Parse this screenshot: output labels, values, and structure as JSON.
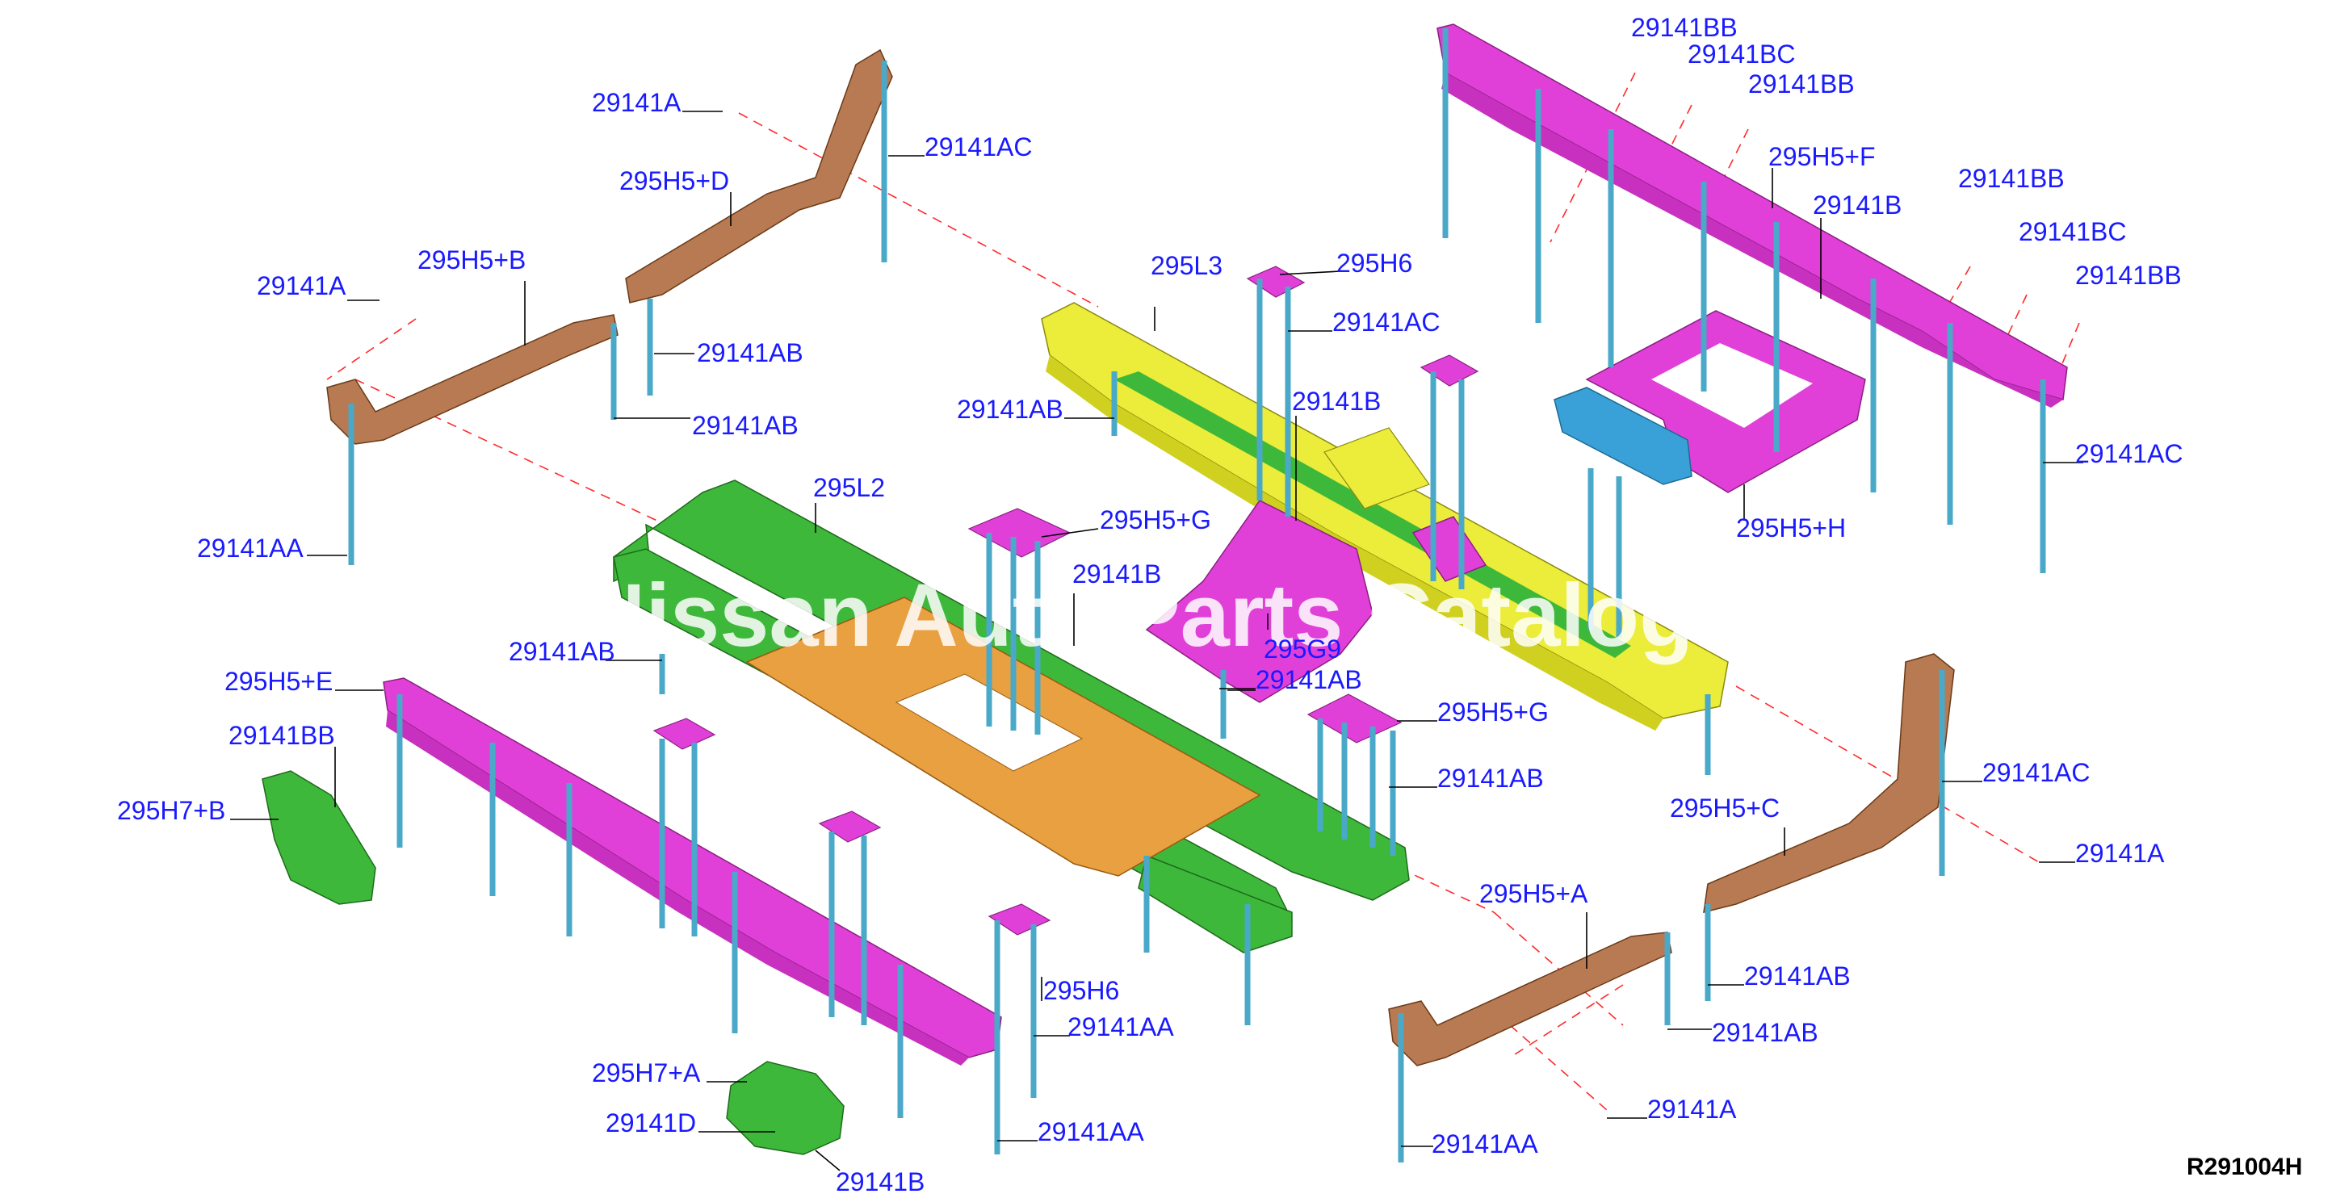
{
  "diagram": {
    "reference_code": "R291004H",
    "watermark": "Nissan Auto Parts Catalog Pro",
    "colors": {
      "callout_text": "#1a1aff",
      "explode_line": "#ff2a2a",
      "bracket_brown": "#b87a52",
      "bracket_magenta": "#e040d8",
      "frame_yellow": "#ecec3a",
      "frame_green": "#3eb83a",
      "plate_orange": "#e8a040",
      "bracket_blue": "#3aa0d8",
      "bolt_stud": "#4aa8c8"
    },
    "callouts": [
      "29141A",
      "29141AC",
      "295H5+D",
      "29141A",
      "295H5+B",
      "29141AB",
      "29141AB",
      "29141AA",
      "29141BB",
      "29141BC",
      "29141BB",
      "295H5+F",
      "29141B",
      "29141BB",
      "29141BC",
      "29141BB",
      "29141AC",
      "295H5+H",
      "295L3",
      "295H6",
      "29141AC",
      "29141AB",
      "29141B",
      "295L2",
      "295H5+G",
      "29141B",
      "29141AB",
      "295G9",
      "29141AB",
      "295H5+E",
      "29141BB",
      "295H7+B",
      "295H5+G",
      "29141AB",
      "29141AC",
      "295H5+C",
      "29141A",
      "295H5+A",
      "29141AB",
      "29141AB",
      "29141A",
      "29141AA",
      "295H6",
      "29141AA",
      "295H7+A",
      "29141D",
      "29141AA",
      "29141B"
    ]
  }
}
